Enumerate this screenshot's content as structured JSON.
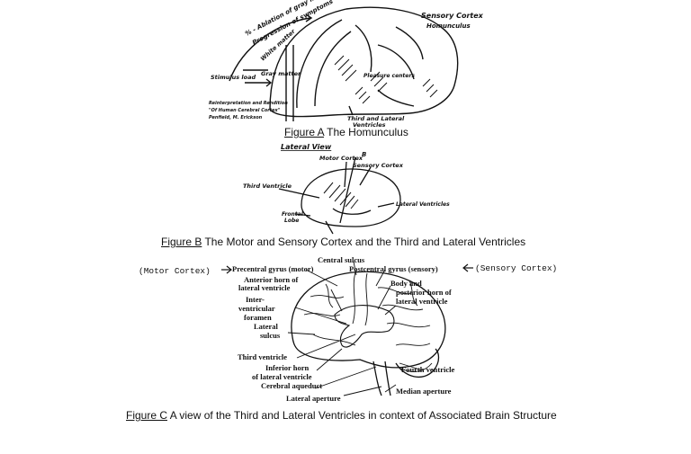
{
  "figure_a": {
    "caption_label": "Figure A",
    "caption_text": " The Homunculus",
    "labels": {
      "gray_matter_causes": "% - Ablation of gray matter causes",
      "progression": "Progression of symptoms",
      "white_matter": "White matter",
      "gray_matter": "Gray matter",
      "stimulus_load": "Stimulus load",
      "sensory_cortex": "Sensory Cortex",
      "homunculus": "Homunculus",
      "pleasure_centers": "Pleasure centers",
      "third_lateral": "Third and Lateral",
      "ventricles": "Ventricles",
      "reinterpretation_1": "Reinterpretation and Rendition",
      "reinterpretation_2": "\"Of Human Cerebral Cortex\"",
      "reinterpretation_3": "Penfield, M. Erickson"
    }
  },
  "figure_b": {
    "caption_label": "Figure B",
    "caption_text": " The Motor and Sensory Cortex and the Third and Lateral Ventricles",
    "labels": {
      "lateral_view": "Lateral View",
      "motor_cortex": "Motor Cortex",
      "b_marker": "B",
      "sensory_cortex": "Sensory Cortex",
      "third_ventricle": "Third Ventricle",
      "lateral_ventricles": "Lateral Ventricles",
      "frontal_lobe_1": "Frontal",
      "frontal_lobe_2": "Lobe"
    }
  },
  "figure_c": {
    "caption_label": "Figure C",
    "caption_text": " A view of the Third and Lateral Ventricles in context of Associated Brain Structure",
    "labels": {
      "central_sulcus": "Central sulcus",
      "motor_cortex": "(Motor Cortex)",
      "precentral": "Precentral gyrus (motor)",
      "postcentral": "Postcentral gyrus (sensory)",
      "sensory_cortex": "(Sensory Cortex)",
      "anterior_horn_1": "Anterior horn of",
      "anterior_horn_2": "lateral ventricle",
      "body_posterior_1": "Body and",
      "body_posterior_2": "posterior horn of",
      "body_posterior_3": "lateral ventricle",
      "inter_1": "Inter-",
      "inter_2": "ventricular",
      "inter_3": "foramen",
      "lateral_sulcus_1": "Lateral",
      "lateral_sulcus_2": "sulcus",
      "third_ventricle": "Third ventricle",
      "inferior_horn_1": "Inferior horn",
      "inferior_horn_2": "of lateral ventricle",
      "cerebral_aqueduct": "Cerebral aqueduct",
      "fourth_ventricle": "Fourth ventricle",
      "median_aperture": "Median aperture",
      "lateral_aperture": "Lateral aperture"
    }
  }
}
